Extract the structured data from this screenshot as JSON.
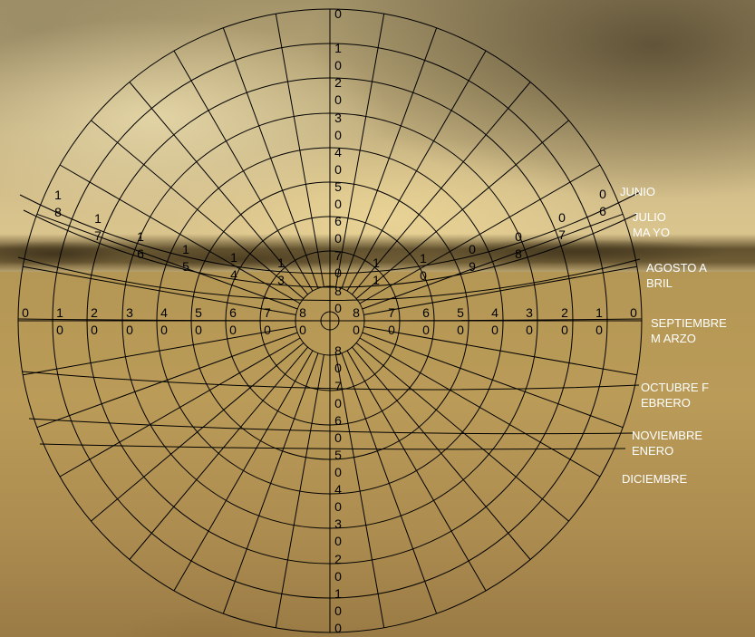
{
  "diagram": {
    "altitude_axis_top": [
      "0",
      "10",
      "20",
      "30",
      "40",
      "50",
      "60",
      "70",
      "80"
    ],
    "altitude_axis_bottom": [
      "80",
      "70",
      "60",
      "50",
      "40",
      "30",
      "20",
      "10",
      "0"
    ],
    "altitude_axis_left": [
      "0",
      "10",
      "20",
      "30",
      "40",
      "50",
      "60",
      "70",
      "80"
    ],
    "altitude_axis_right": [
      "80",
      "70",
      "60",
      "50",
      "40",
      "30",
      "20",
      "10",
      "0"
    ],
    "hour_labels": [
      "18",
      "17",
      "16",
      "15",
      "14",
      "13",
      "11",
      "10",
      "09",
      "08",
      "07",
      "06"
    ],
    "month_labels": [
      {
        "line1": "JUNIO"
      },
      {
        "line1": "JULIO",
        "line2": "MA YO"
      },
      {
        "line1": "AGOSTO A",
        "line2": "BRIL"
      },
      {
        "line1": "SEPTIEMBRE",
        "line2": "M ARZO"
      },
      {
        "line1": "OCTUBRE F",
        "line2": "EBRERO"
      },
      {
        "line1": "NOVIEMBRE",
        "line2": "ENERO"
      },
      {
        "line1": "DICIEMBRE"
      }
    ]
  },
  "colors": {
    "grid_line": "#000000",
    "number_label": "#000000",
    "month_label": "#ffffff"
  }
}
